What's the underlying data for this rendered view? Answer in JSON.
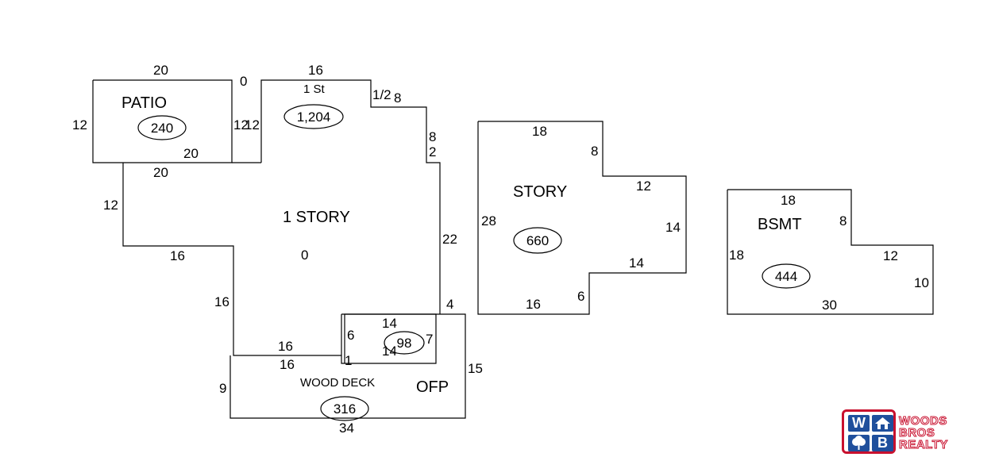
{
  "areas": {
    "patio": {
      "label": "PATIO",
      "sqft": "240"
    },
    "first_story_header": {
      "label": "1 St",
      "sqft": "1,204"
    },
    "first_story": {
      "label": "1 STORY",
      "center_value": "0"
    },
    "story": {
      "label": "STORY",
      "sqft": "660"
    },
    "bsmt": {
      "label": "BSMT",
      "sqft": "444"
    },
    "ofp": {
      "label": "OFP",
      "sqft": "98"
    },
    "wood_deck": {
      "label": "WOOD DECK",
      "sqft": "316"
    }
  },
  "dimensions": {
    "patio_top": "20",
    "patio_left": "12",
    "patio_right": "12",
    "patio_inner_bottom": "20",
    "patio_bottom": "20",
    "zero_top": "0",
    "fs_top": "16",
    "fs_inner_left": "12",
    "fs_step_a": "1/2",
    "fs_step_b": "8",
    "fs_right_upper": "8",
    "fs_right_step": "2",
    "fs_right_lower": "22",
    "fs_left_upper": "12",
    "fs_bottom_left": "16",
    "fs_left_lower": "16",
    "fs_bottom_mid": "16",
    "ofp_top": "14",
    "ofp_left": "6",
    "ofp_right": "7",
    "ofp_bottom": "14",
    "ofp_step": "4",
    "ofp_one": "1",
    "deck_top": "16",
    "deck_left": "9",
    "deck_right": "15",
    "deck_bottom": "34",
    "story_top": "18",
    "story_step_r": "8",
    "story_step_top": "12",
    "story_right": "14",
    "story_step_bottom": "14",
    "story_step_lr": "6",
    "story_bottom": "16",
    "story_left": "28",
    "bsmt_top": "18",
    "bsmt_step_r": "8",
    "bsmt_step_top": "12",
    "bsmt_right": "10",
    "bsmt_bottom": "30",
    "bsmt_left": "18"
  },
  "logo": {
    "monogram_top": "W",
    "monogram_bottom": "B",
    "line1": "WOODS",
    "line2": "BROS",
    "line3": "REALTY",
    "brand_red": "#c8102e",
    "brand_blue": "#1f4f9c",
    "icons": [
      "house-icon",
      "tree-icon"
    ]
  }
}
